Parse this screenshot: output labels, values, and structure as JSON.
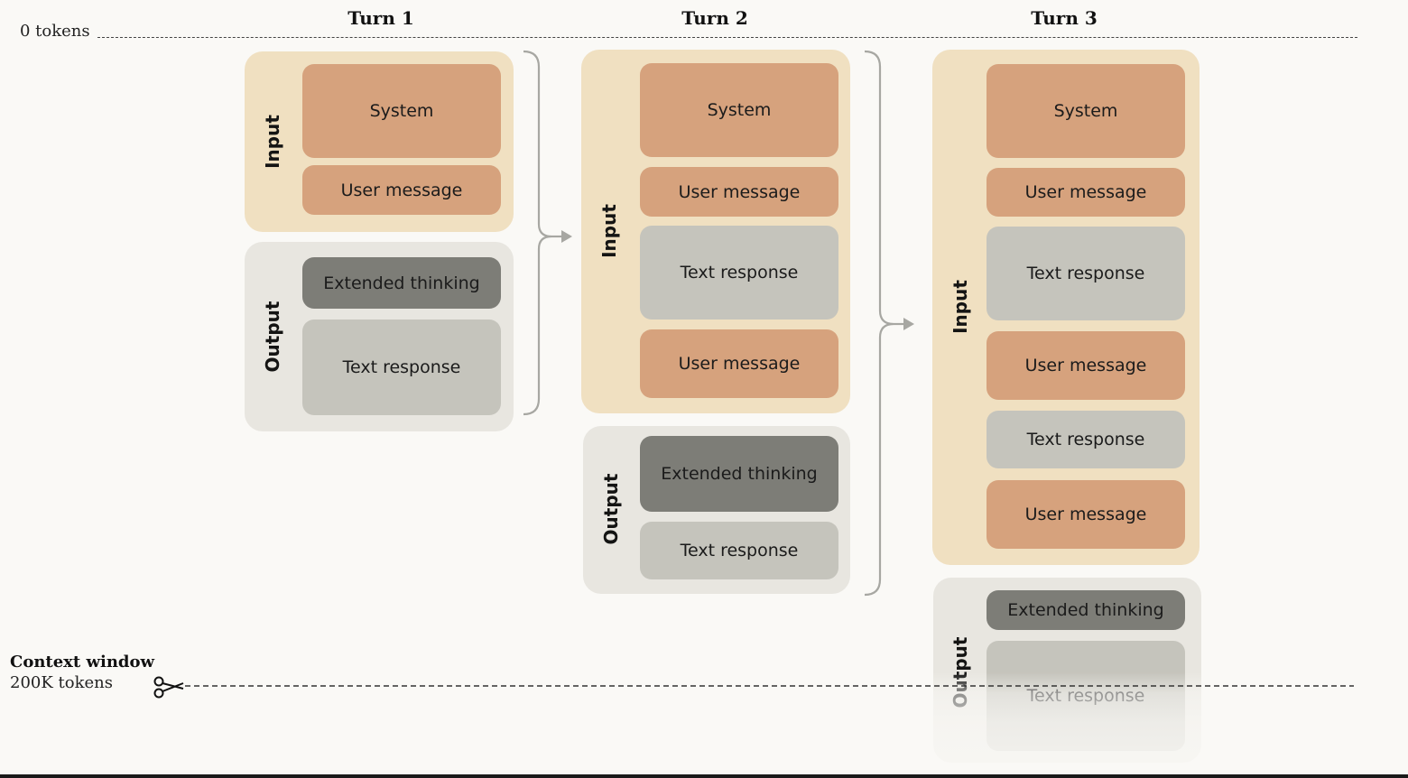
{
  "top_marker": {
    "label": "0 tokens"
  },
  "context_window": {
    "title": "Context window",
    "limit": "200K tokens"
  },
  "turns": [
    {
      "title": "Turn 1",
      "input": {
        "label": "Input",
        "blocks": [
          "System",
          "User message"
        ]
      },
      "output": {
        "label": "Output",
        "blocks": [
          "Extended thinking",
          "Text response"
        ]
      }
    },
    {
      "title": "Turn 2",
      "input": {
        "label": "Input",
        "blocks": [
          "System",
          "User message",
          "Text response",
          "User message"
        ]
      },
      "output": {
        "label": "Output",
        "blocks": [
          "Extended thinking",
          "Text response"
        ]
      }
    },
    {
      "title": "Turn 3",
      "input": {
        "label": "Input",
        "blocks": [
          "System",
          "User message",
          "Text response",
          "User message",
          "Text response",
          "User message"
        ]
      },
      "output": {
        "label": "Output",
        "blocks": [
          "Extended thinking",
          "Text response"
        ]
      }
    }
  ],
  "colors": {
    "input_panel": "#f0e0c1",
    "output_panel": "#e8e6e0",
    "system_user_block": "#d6a27d",
    "text_response_block": "#c5c4bc",
    "extended_thinking_block": "#7d7d77"
  },
  "icons": {
    "cut_marker": "scissors-icon"
  }
}
